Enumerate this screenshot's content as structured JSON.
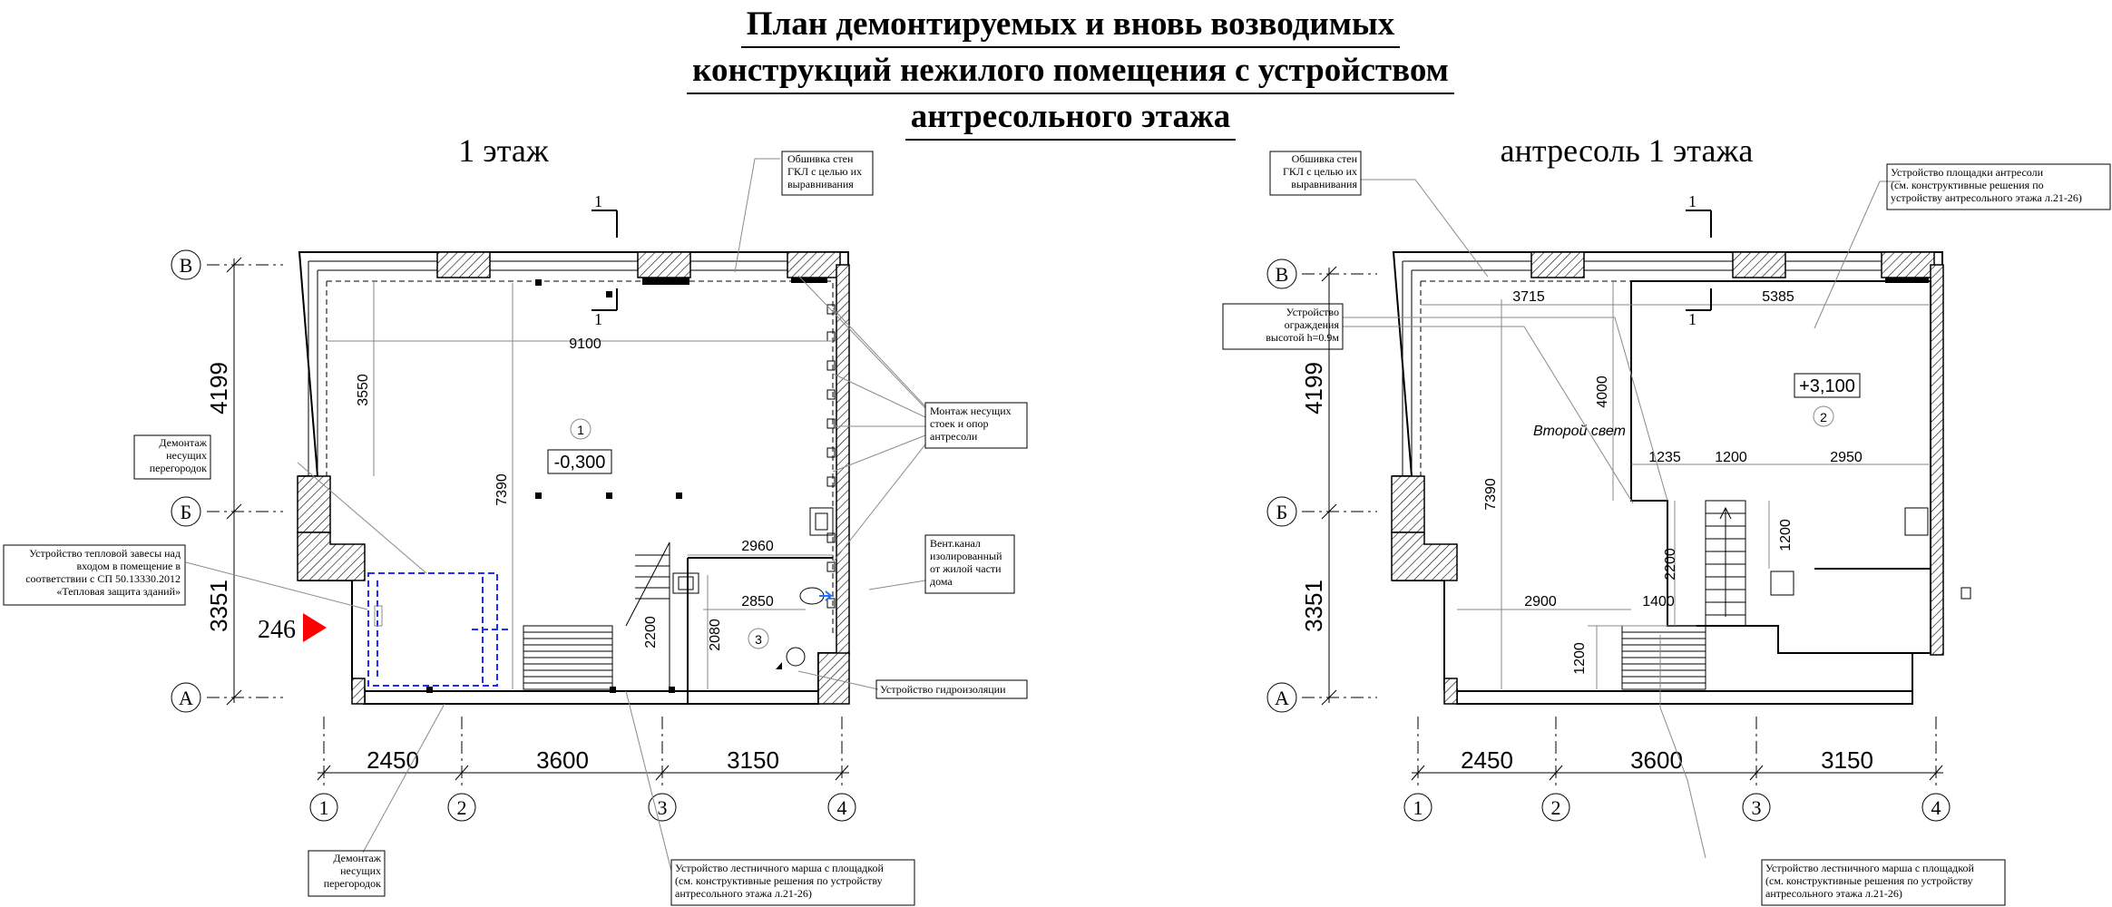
{
  "title": {
    "lines": [
      "План демонтируемых и вновь возводимых",
      "конструкций  нежилого помещения с устройством",
      "антресольного этажа"
    ]
  },
  "left_plan": {
    "heading": "1 этаж",
    "axes_letters": [
      "В",
      "Б",
      "А"
    ],
    "axes_numbers": [
      "1",
      "2",
      "3",
      "4"
    ],
    "vertical_dims": [
      "4199",
      "3351"
    ],
    "horizontal_dims": [
      "2450",
      "3600",
      "3150"
    ],
    "inner_dims": {
      "d9100": "9100",
      "d3550": "3550",
      "d7390": "7390",
      "d2960": "2960",
      "d2850": "2850",
      "d2200": "2200",
      "d2080": "2080"
    },
    "section_mark": "1",
    "room1_number": "1",
    "room1_level": "-0,300",
    "room3_number": "3",
    "entrance_marker": "246",
    "entrance_color": "#ff0000",
    "notes": {
      "cladding": "Обшивка стен ГКЛ с целью их выравнивания",
      "demolition_top": "Демонтаж несущих перегородок",
      "heat_curtain": "Устройство тепловой завесы над входом в помещение в соответствии с СП 50.13330.2012 «Тепловая защита зданий»",
      "columns": "Монтаж несущих стоек и опор антресоли",
      "vent": "Вент.канал изолированный от жилой части дома",
      "waterproof": "Устройство гидроизоляции",
      "demolition_bottom": "Демонтаж несущих перегородок",
      "stairs": "Устройство лестничного марша с площадкой (см. конструктивные решения по устройству антресольного этажа л.21-26)"
    }
  },
  "right_plan": {
    "heading": "антресоль 1 этажа",
    "axes_letters": [
      "В",
      "Б",
      "А"
    ],
    "axes_numbers": [
      "1",
      "2",
      "3",
      "4"
    ],
    "vertical_dims": [
      "4199",
      "3351"
    ],
    "horizontal_dims": [
      "2450",
      "3600",
      "3150"
    ],
    "inner_dims": {
      "d3715": "3715",
      "d5385": "5385",
      "d4000": "4000",
      "d7390": "7390",
      "d1235": "1235",
      "d1200a": "1200",
      "d2950": "2950",
      "d1200b": "1200",
      "d2200": "2200",
      "d2900": "2900",
      "d1400": "1400",
      "d1200c": "1200"
    },
    "section_mark": "1",
    "void_label": "Второй свет",
    "room2_number": "2",
    "room2_level": "+3,100",
    "notes": {
      "cladding": "Обшивка стен ГКЛ с целью их выравнивания",
      "platform": "Устройство площадки антресоли (см. конструктивные решения по устройству антресольного этажа л.21-26)",
      "railing": "Устройство ограждения высотой h=0.9м",
      "stairs": "Устройство лестничного марша с площадкой (см. конструктивные решения по устройству антресольного этажа л.21-26)"
    }
  },
  "colors": {
    "heat_curtain_line": "#1e2cff",
    "vent_arrow": "#1e6eff"
  }
}
